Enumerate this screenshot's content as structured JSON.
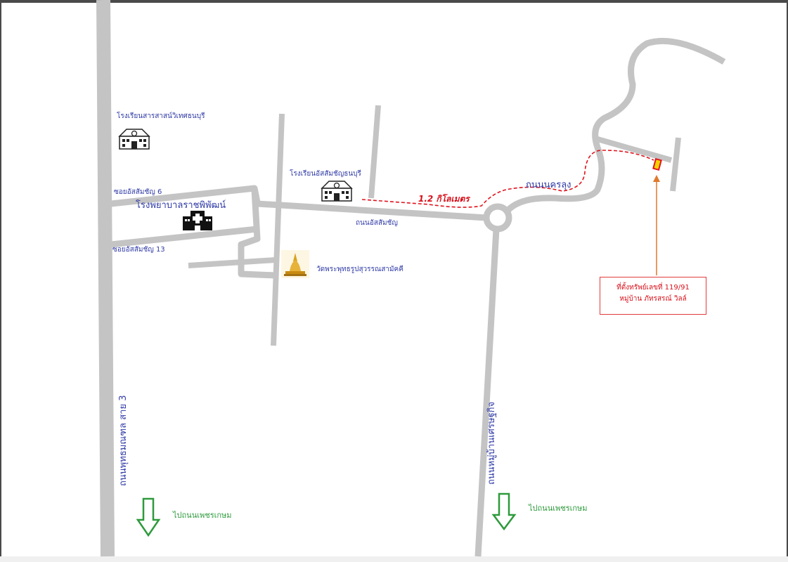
{
  "map": {
    "schools": {
      "school_1": "โรงเรียนสารสาสน์วิเทศธนบุรี",
      "school_2": "โรงเรียนอัสสัมชัญธนบุรี"
    },
    "hospital": "โรงพยาบาลราชพิพัฒน์",
    "temple": "วัดพระพุทธรูปสุวรรณสามัคคี",
    "roads": {
      "soi_6": "ซอยอัสสัมชัญ 6",
      "soi_13": "ซอยอัสสัมชัญ 13",
      "assumption_road": "ถนนอัสสัมชัญ",
      "nakhon_road": "ถนนนครลุง",
      "phutthamonthon": "ถนนพุทธมณฑล สาย 3",
      "village_road": "ถนนหมู่บ้านเศรษฐกิจ"
    },
    "distance": "1.2 กิโลเมตร",
    "direction_left": "ไปถนนเพชรเกษม",
    "direction_right": "ไปถนนเพชรเกษม",
    "callout": {
      "line1": "ที่ตั้งทรัพย์เลขที่ 119/91",
      "line2": "หมู่บ้าน ภัทรสรณ์ วิลล์"
    },
    "colors": {
      "road": "#c4c4c4",
      "route": "#e0141e",
      "label": "#2f3aa6",
      "direction": "#2e9a3c",
      "callout_arrow": "#e07a2c"
    }
  }
}
